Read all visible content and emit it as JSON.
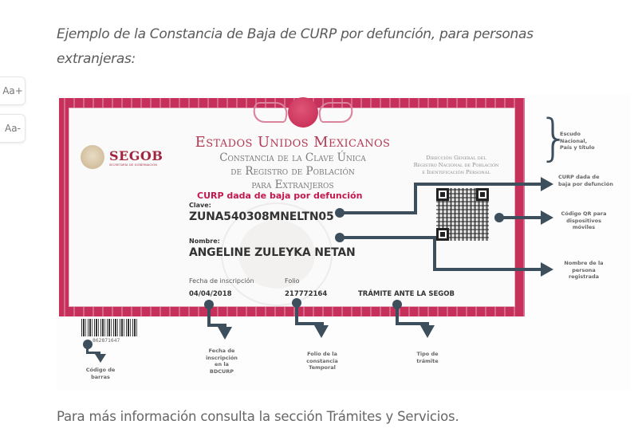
{
  "intro_text": "Ejemplo de la Constancia de Baja de CURP por defunción, para personas extranjeras:",
  "footer_text": "Para más información consulta la sección Trámites y Servicios.",
  "font_controls": {
    "increase_label": "Aa+",
    "decrease_label": "Aa-"
  },
  "certificate": {
    "agency_name": "SEGOB",
    "agency_subtitle": "SECRETARÍA DE GOBERNACIÓN",
    "title_line1": "Estados Unidos Mexicanos",
    "title_line2": "Constancia de la Clave Única",
    "title_line3": "de Registro de Población",
    "title_line4": "para Extranjeros",
    "status_banner": "CURP dada de baja por defunción",
    "directorate_line1": "Dirección General del",
    "directorate_line2": "Registro Nacional de Población",
    "directorate_line3": "e Identificación Personal",
    "clave_label": "Clave:",
    "clave_value": "ZUNA540308MNELTN05",
    "nombre_label": "Nombre:",
    "nombre_value": "ANGELINE ZULEYKA NETAN",
    "fecha_label": "Fecha de inscripción",
    "fecha_value": "04/04/2018",
    "folio_label": "Folio",
    "folio_value": "217772164",
    "tramite_value": "TRÁMITE ANTE LA SEGOB",
    "barcode_number": "862871647"
  },
  "annotations": {
    "escudo": [
      "Escudo",
      "Nacional,",
      "País y título"
    ],
    "curp_baja": [
      "CURP dada de",
      "baja por defunción"
    ],
    "qr": [
      "Código QR para",
      "dispositivos",
      "móviles"
    ],
    "nombre": [
      "Nombre de la",
      "persona",
      "registrada"
    ],
    "codigo_barras": [
      "Código de",
      "barras"
    ],
    "fecha": [
      "Fecha de",
      "inscripción",
      "en la",
      "BDCURP"
    ],
    "folio": [
      "Folio de la",
      "constancia",
      "Temporal"
    ],
    "tipo": [
      "Tipo de",
      "trámite"
    ]
  },
  "colors": {
    "border_red": "#c93a63",
    "title_red": "#b23a55",
    "status_red": "#c2184d",
    "connector": "#3d4f5c"
  }
}
